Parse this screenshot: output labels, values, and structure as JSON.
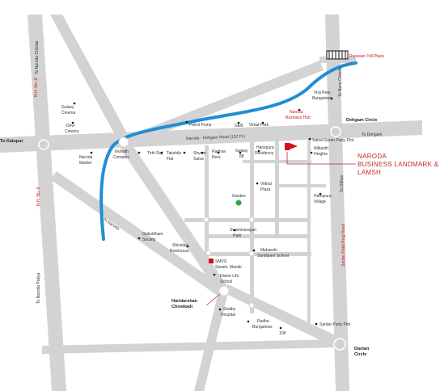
{
  "colors": {
    "road": "#d3d3d3",
    "river": "#1f8ed6",
    "landmark": "#d0141c",
    "junction": "#ffffff",
    "garden": "#2aa93a"
  },
  "labels": {
    "kalupur": "To Kalupur",
    "nh8_top": "N.H. No.-8",
    "nh8_bottom": "N.H. No.-8",
    "to_naroda_chiloda": "To Naroda Chiloda",
    "to_nana_chiloda": "To Nana Chiloda",
    "to_naroda": "To Naroda",
    "to_naroda_patiya": "To Naroda Patiya",
    "to_dehgam": "To Dehgam",
    "to_odhav": "To Odhav",
    "sardar_patel_ring_road": "Sardar Patel Ring Road",
    "ranasan_toll_plaza": "Ranasan Toll Plaza",
    "dehgam_circle": "Dehgam Circle",
    "dastan_circle_1": "Dastan",
    "dastan_circle_2": "Circle",
    "hari_1": "Haridarshan",
    "hari_2": "Chowkadi",
    "naroda_dehgam_road": "Naroda - Dehgam Road (132 Ft.)",
    "galaxy_cinema_1": "Galaxy",
    "galaxy_cinema_2": "Cinema",
    "devi_cinema_1": "Devi",
    "devi_cinema_2": "Cinema",
    "petrol_pump": "Petrol Pump",
    "geb": "GEB",
    "vimal_park": "Vimal Park",
    "vraj_1": "Vraj Resi.",
    "vraj_2": "Bungalows",
    "naroda_bus_1": "Naroda",
    "naroda_bus_2": "Business Hub",
    "satva_green": "Satva Green Party Plot",
    "nilkanth_1": "Nilkanth",
    "nilkanth_2": "Heights",
    "hanspura_res_1": "Hanspura",
    "hanspura_res_2": "Residency",
    "naroda_market_1": "Naroda",
    "naroda_market_2": "Market",
    "ekmath_1": "Ekmath",
    "ekmath_2": "Complex",
    "tirth_raj": "Tirth Raj",
    "takshila_1": "Takshila",
    "takshila_2": "Flat",
    "shyam_1": "Shyam",
    "shyam_2": "Satva",
    "raghav_1": "Raghav",
    "raghav_2": "Resi.",
    "galaxy88_1": "Galaxy",
    "galaxy88_2": "88",
    "vitthal_1": "Vitthal",
    "vitthal_2": "Plaza",
    "garden": "Garden",
    "hanspura_village_1": "Hanspura",
    "hanspura_village_2": "Village",
    "swaminarayan_1": "Swaminarayan",
    "swaminarayan_2": "Park",
    "gokuldham_1": "Gokuldham",
    "gokuldham_2": "Society",
    "shivalay_1": "Shivalay",
    "shivalay_2": "Rowhouse",
    "smvs_1": "SMVS",
    "smvs_2": "Swami. Mandir",
    "maharshi_1": "Maharshi",
    "maharshi_2": "Sandipani School",
    "divine_1": "Divine Life",
    "divine_2": "School",
    "shalby_1": "Shalby",
    "shalby_2": "Hospital",
    "radhe_1": "Radhe",
    "radhe_2": "Bungalows",
    "n108": "108",
    "sardar_party_plot": "Sardar Party Plot",
    "landmark_1": "NARODA",
    "landmark_2": "BUSINESS LANDMARK &",
    "landmark_3": "LAMSH"
  }
}
